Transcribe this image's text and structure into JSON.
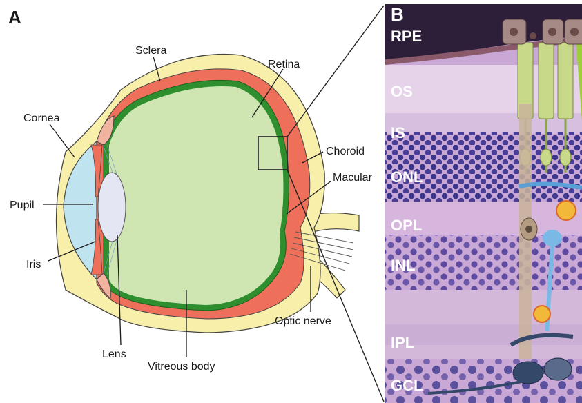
{
  "panel_a": {
    "letter": "A",
    "labels": {
      "sclera": "Sclera",
      "retina": "Retina",
      "cornea": "Cornea",
      "choroid": "Choroid",
      "macular": "Macular",
      "pupil": "Pupil",
      "iris": "Iris",
      "optic_nerve": "Optic nerve",
      "lens": "Lens",
      "vitreous": "Vitreous body"
    }
  },
  "panel_b": {
    "letter": "B",
    "layers": [
      "RPE",
      "OS",
      "IS",
      "ONL",
      "OPL",
      "INL",
      "IPL",
      "GCL"
    ]
  },
  "colors": {
    "sclera": "#f7efaa",
    "choroid": "#ee6f5a",
    "retina": "#2f8f2f",
    "vitreous": "#cfe6b3",
    "cornea": "#bfe4ef",
    "lens": "#e4e6f3",
    "histology": "#c4a6d2",
    "nuclei": "#3e3a8f"
  }
}
